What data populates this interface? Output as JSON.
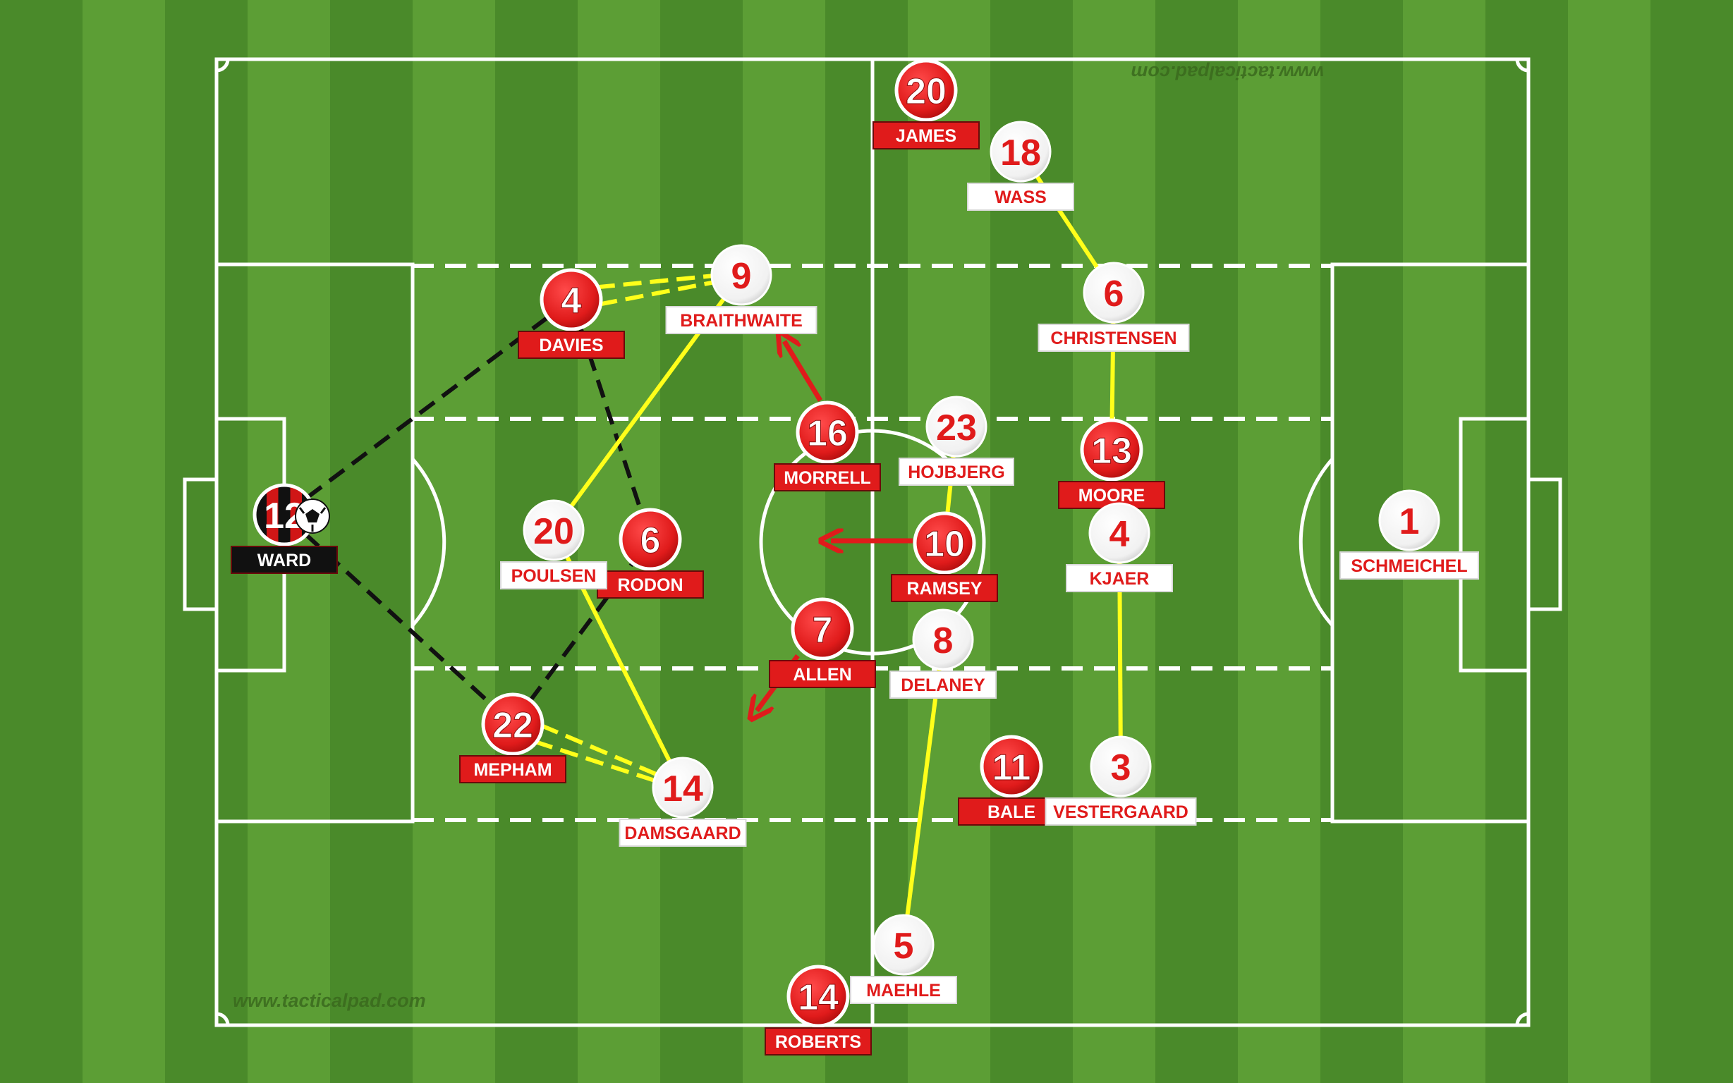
{
  "watermark_bottom": "www.tacticalpad.com",
  "watermark_top": "www.tacticalpad.com",
  "colors": {
    "red_team": "#e01b1b",
    "white_team": "#ffffff",
    "pass_yellow": "#ffff1a",
    "pass_black": "#111111",
    "run_red": "#e01b1b",
    "pitch_light": "#5c9e35",
    "pitch_dark": "#4a8a2a",
    "ward_label": "#111111"
  },
  "players": [
    {
      "id": "ward",
      "number": "12",
      "name": "WARD",
      "team": "red",
      "ball": true
    },
    {
      "id": "davies",
      "number": "4",
      "name": "DAVIES",
      "team": "red"
    },
    {
      "id": "rodon",
      "number": "6",
      "name": "RODON",
      "team": "red"
    },
    {
      "id": "mepham",
      "number": "22",
      "name": "MEPHAM",
      "team": "red"
    },
    {
      "id": "james",
      "number": "20",
      "name": "JAMES",
      "team": "red"
    },
    {
      "id": "morrell",
      "number": "16",
      "name": "MORRELL",
      "team": "red"
    },
    {
      "id": "ramsey",
      "number": "10",
      "name": "RAMSEY",
      "team": "red"
    },
    {
      "id": "allen",
      "number": "7",
      "name": "ALLEN",
      "team": "red"
    },
    {
      "id": "moore",
      "number": "13",
      "name": "MOORE",
      "team": "red"
    },
    {
      "id": "bale",
      "number": "11",
      "name": "BALE",
      "team": "red"
    },
    {
      "id": "roberts",
      "number": "14",
      "name": "ROBERTS",
      "team": "red"
    },
    {
      "id": "schmeichel",
      "number": "1",
      "name": "SCHMEICHEL",
      "team": "white"
    },
    {
      "id": "wass",
      "number": "18",
      "name": "WASS",
      "team": "white"
    },
    {
      "id": "christensen",
      "number": "6",
      "name": "CHRISTENSEN",
      "team": "white"
    },
    {
      "id": "kjaer",
      "number": "4",
      "name": "KJAER",
      "team": "white"
    },
    {
      "id": "vestergaard",
      "number": "3",
      "name": "VESTERGAARD",
      "team": "white"
    },
    {
      "id": "maehle",
      "number": "5",
      "name": "MAEHLE",
      "team": "white"
    },
    {
      "id": "hojbjerg",
      "number": "23",
      "name": "HOJBJERG",
      "team": "white"
    },
    {
      "id": "delaney",
      "number": "8",
      "name": "DELANEY",
      "team": "white"
    },
    {
      "id": "braithwaite",
      "number": "9",
      "name": "BRAITHWAITE",
      "team": "white"
    },
    {
      "id": "poulsen",
      "number": "20",
      "name": "POULSEN",
      "team": "white"
    },
    {
      "id": "damsgaard",
      "number": "14",
      "name": "DAMSGAARD",
      "team": "white"
    }
  ],
  "black_passes": [
    {
      "from": "ward",
      "to": "davies"
    },
    {
      "from": "ward",
      "to": "mepham"
    },
    {
      "from": "davies",
      "to": "rodon"
    },
    {
      "from": "mepham",
      "to": "rodon"
    }
  ],
  "yellow_dashed_links": [
    {
      "from": "davies",
      "to": "braithwaite"
    },
    {
      "from": "mepham",
      "to": "damsgaard"
    }
  ],
  "yellow_solid_links": [
    {
      "from": "braithwaite",
      "to": "poulsen"
    },
    {
      "from": "poulsen",
      "to": "damsgaard"
    },
    {
      "from": "wass",
      "to": "christensen"
    },
    {
      "from": "christensen",
      "to": "moore"
    },
    {
      "from": "kjaer",
      "to": "vestergaard"
    },
    {
      "from": "hojbjerg",
      "to": "ramsey"
    },
    {
      "from": "delaney",
      "to": "maehle"
    }
  ],
  "red_runs": [
    {
      "from": "morrell",
      "direction": "up-left"
    },
    {
      "from": "ramsey",
      "direction": "left"
    },
    {
      "from": "allen",
      "direction": "down-left"
    }
  ]
}
